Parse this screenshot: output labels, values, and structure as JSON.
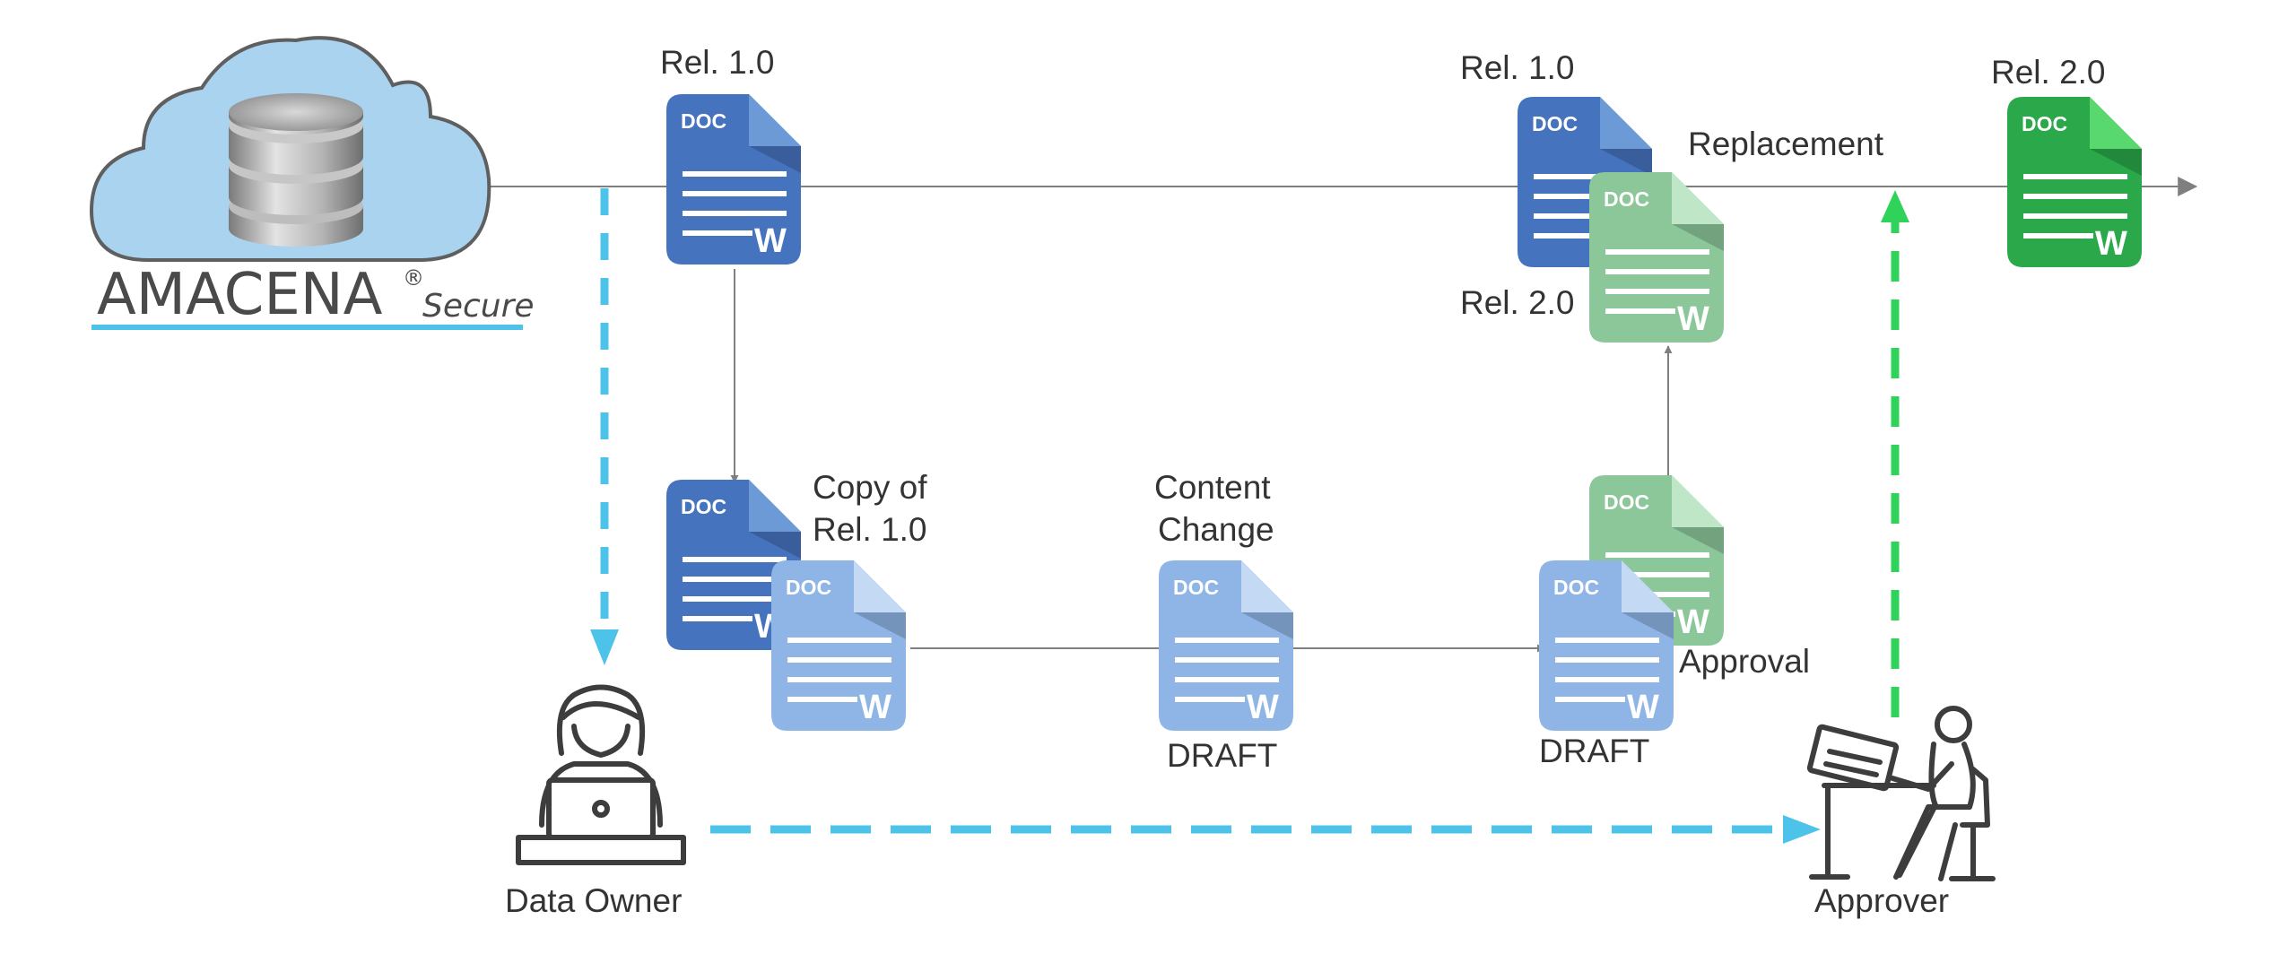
{
  "brand": {
    "name": "AMACENA",
    "mark": "®",
    "suffix": "Secure"
  },
  "doc_icon": {
    "tag": "DOC",
    "glyph": "W"
  },
  "labels": {
    "rel1_top": "Rel. 1.0",
    "rel1_right": "Rel. 1.0",
    "rel2_right": "Rel. 2.0",
    "rel2_final": "Rel. 2.0",
    "replacement": "Replacement",
    "copy_line1": "Copy of",
    "copy_line2": "Rel. 1.0",
    "content_line1": "Content",
    "content_line2": "Change",
    "draft_middle": "DRAFT",
    "draft_right": "DRAFT",
    "approval": "Approval",
    "data_owner": "Data Owner",
    "approver": "Approver"
  },
  "colors": {
    "doc_blue": "#4673bd",
    "doc_blue_fold": "#6b9ad6",
    "doc_light": "#8fb5e6",
    "doc_light_fold": "#c3d9f4",
    "doc_green_light": "#8cc79a",
    "doc_green_light_fold": "#c0e6c8",
    "doc_green": "#2aa84a",
    "doc_green_fold": "#58d86f",
    "flow_line": "#7f7f7f",
    "dash_blue": "#4dc3ea",
    "dash_green": "#2fd35a",
    "cloud": "#a9d3ee"
  },
  "icons": [
    "cloud-database-icon",
    "data-owner-icon",
    "approver-icon",
    "document-icon"
  ]
}
